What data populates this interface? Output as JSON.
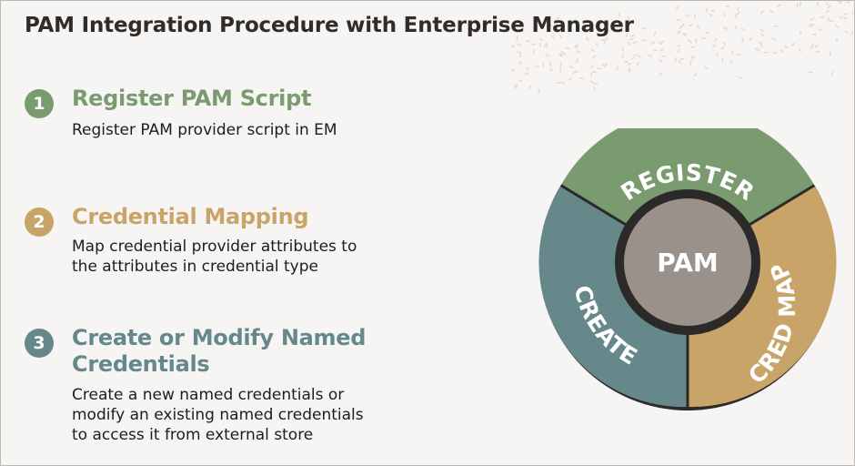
{
  "title": "PAM Integration Procedure with Enterprise Manager",
  "colors": {
    "step1": "#7a9b70",
    "step2": "#c9a468",
    "step3": "#66888a",
    "center": "#9a918b",
    "ring": "#2b2a29"
  },
  "steps": [
    {
      "number": "1",
      "title": "Register PAM Script",
      "description": [
        "Register PAM provider script in EM"
      ]
    },
    {
      "number": "2",
      "title": "Credential Mapping",
      "description": [
        "Map credential provider attributes to",
        "the attributes in credential type"
      ]
    },
    {
      "number": "3",
      "title": [
        "Create or Modify Named",
        "Credentials"
      ],
      "description": [
        "Create a new named credentials or",
        "modify an existing named credentials",
        "to access it from external store"
      ]
    }
  ],
  "cycle": {
    "center": "PAM",
    "segments": [
      "REGISTER",
      "CRED MAP",
      "CREATE"
    ]
  }
}
